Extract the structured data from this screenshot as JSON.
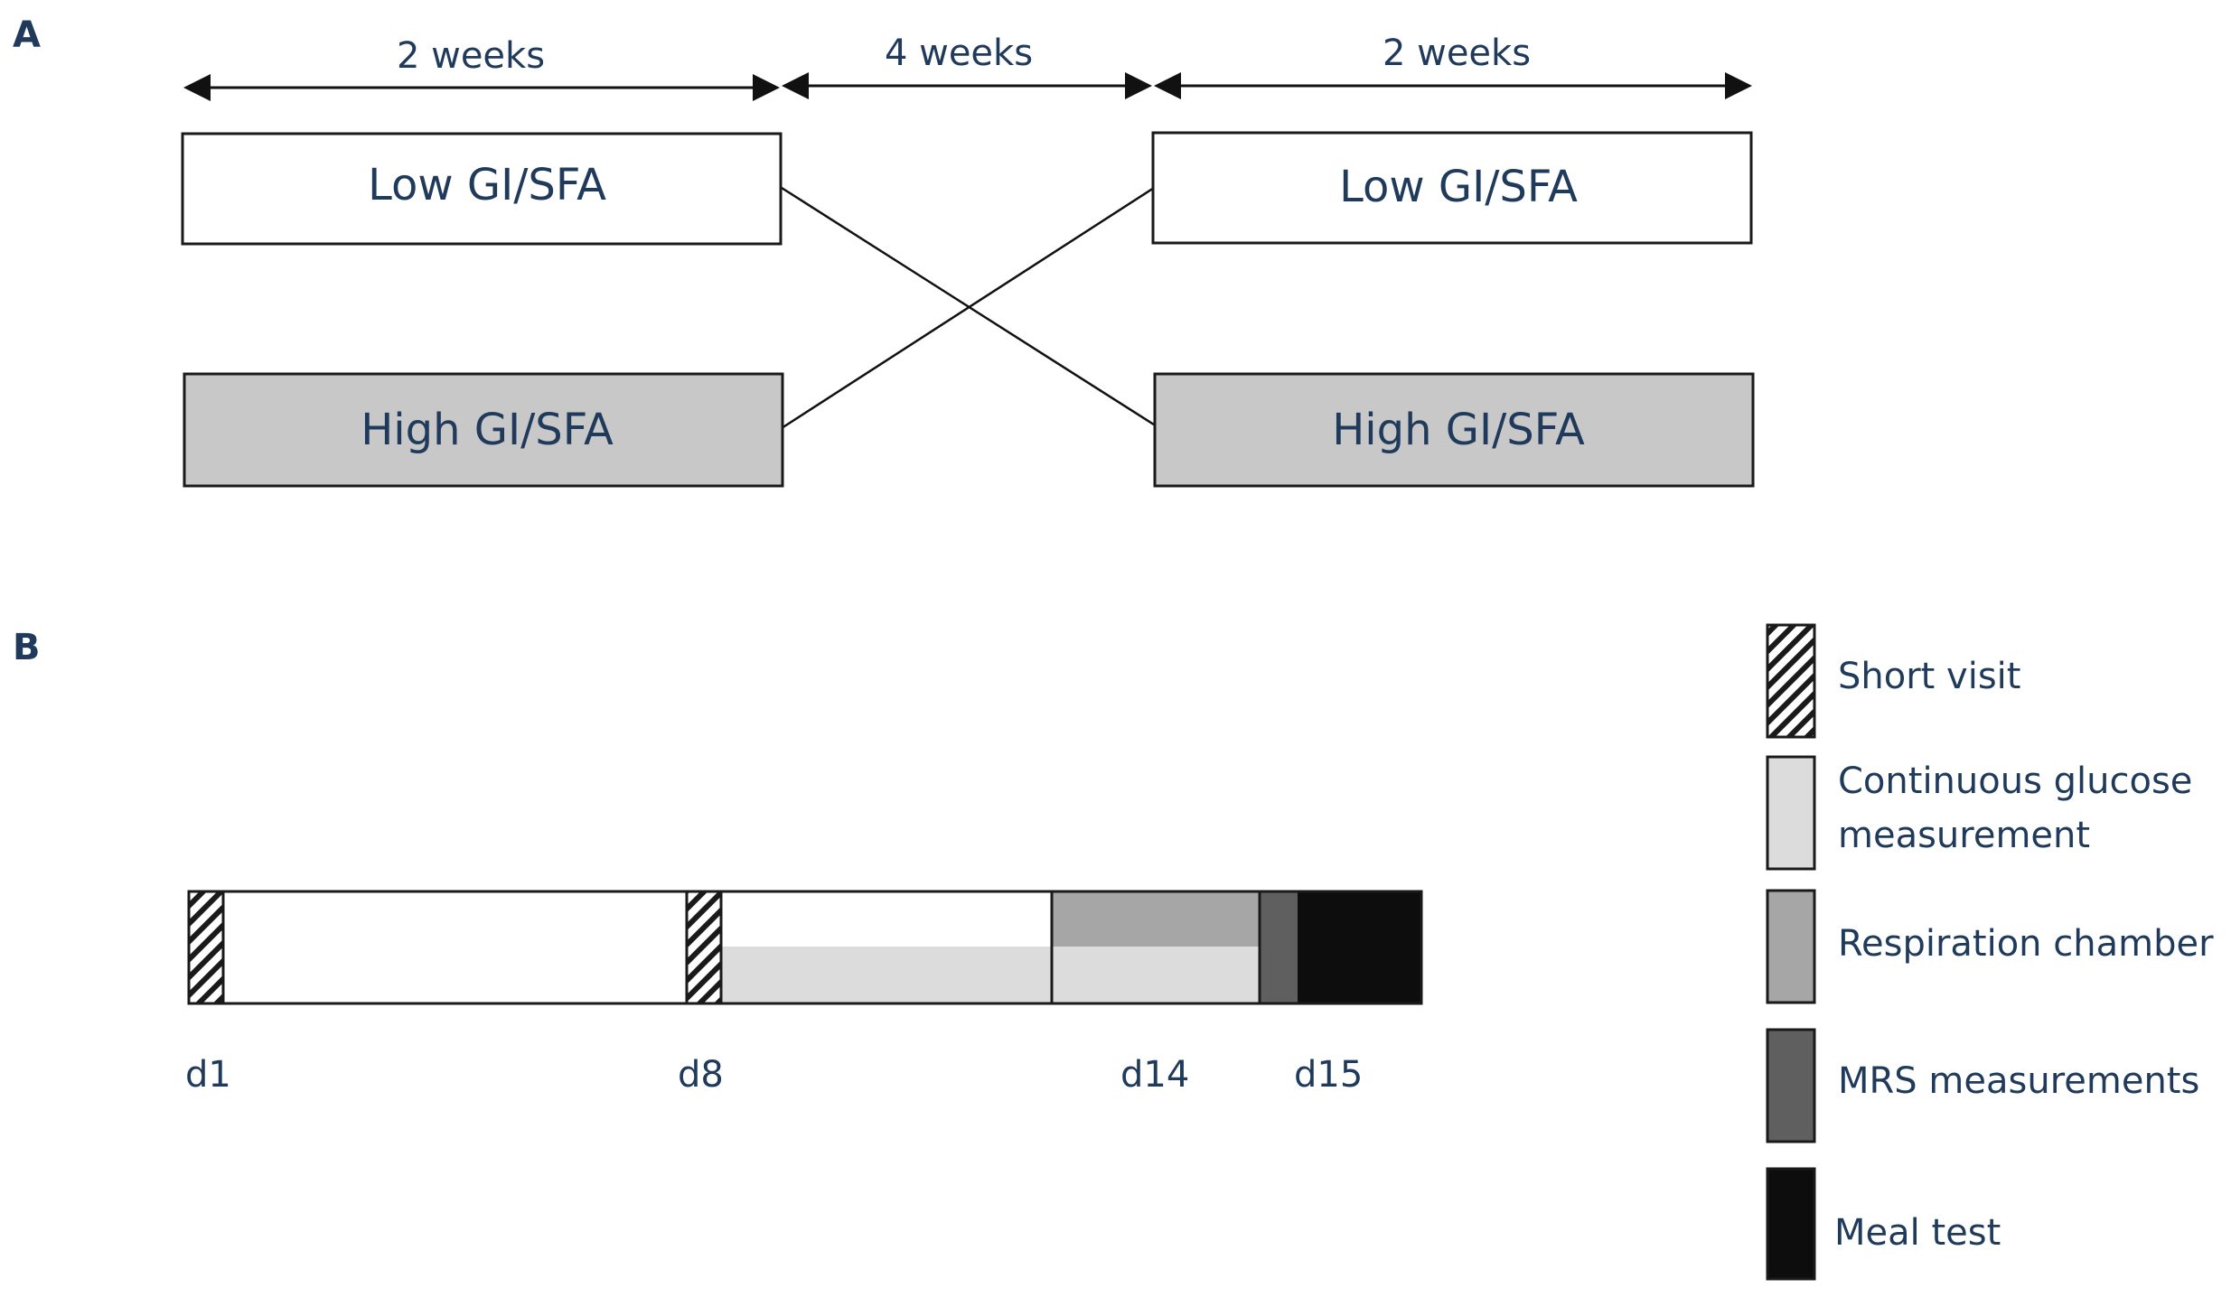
{
  "panel_a": {
    "letter": "A",
    "durations": [
      "2 weeks",
      "4 weeks",
      "2 weeks"
    ],
    "diet_low": "Low GI/SFA",
    "diet_high": "High GI/SFA",
    "colors": {
      "low": "#ffffff",
      "high": "#c8c8c8",
      "stroke": "#1a1a1a",
      "text": "#1f3a5a"
    }
  },
  "panel_b": {
    "letter": "B",
    "days": [
      "d1",
      "d8",
      "d14",
      "d15"
    ],
    "legend": [
      {
        "key": "short_visit",
        "label": "Short visit",
        "pattern": "hatch"
      },
      {
        "key": "cgm",
        "label_line1": "Continuous glucose",
        "label_line2": "measurement",
        "color": "#dcdcdc"
      },
      {
        "key": "respiration",
        "label": "Respiration chamber",
        "color": "#a6a6a6"
      },
      {
        "key": "mrs",
        "label": "MRS measurements",
        "color": "#5f5f5f"
      },
      {
        "key": "meal",
        "label": "Meal test",
        "color": "#0d0d0d"
      }
    ]
  }
}
